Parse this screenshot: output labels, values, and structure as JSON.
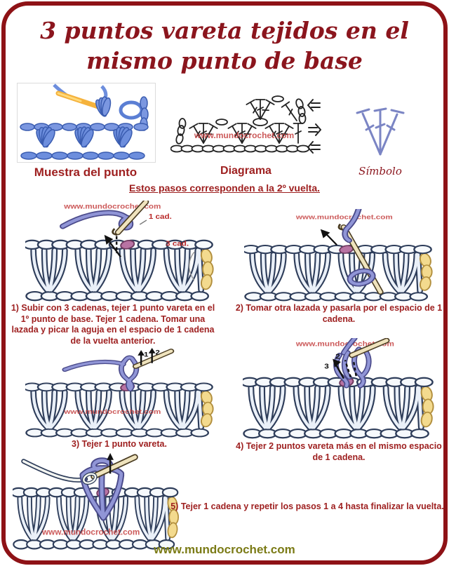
{
  "title": {
    "line1": "3 puntos vareta tejidos en el",
    "line2": "mismo punto de base"
  },
  "samples": {
    "photo_caption": "Muestra del punto",
    "diagram_caption": "Diagrama",
    "symbol_caption": "Símbolo"
  },
  "heading": "Estos pasos corresponden a la 2º vuelta.",
  "watermark": "www.mundocrochet.com",
  "footer": "www.mundocrochet.com",
  "steps": [
    {
      "text": "1) Subir con 3 cadenas, tejer 1 punto vareta en el 1º punto de base. Tejer 1 cadena. Tomar una lazada y picar la aguja en el espacio de 1 cadena de la vuelta anterior."
    },
    {
      "text": "2) Tomar otra lazada y pasarla por el espacio de 1 cadena."
    },
    {
      "text": "3) Tejer 1 punto vareta."
    },
    {
      "text": "4) Tejer 2 puntos vareta más en el mismo espacio de 1 cadena."
    },
    {
      "text": "5) Tejer 1 cadena y repetir los pasos 1 a 4 hasta finalizar la vuelta."
    }
  ],
  "annotations": {
    "cad1": "1 cad.",
    "cad3": "3 cad.",
    "n1": "1",
    "n2": "2",
    "n3": "3"
  },
  "colors": {
    "frame_red": "#8e1216",
    "title_red": "#8b151d",
    "text_red": "#9e2020",
    "watermark_red": "#c64444",
    "footer_olive": "#7b7b16",
    "yarn_purple": "#9095d6",
    "chain_yellow": "#f3da8e",
    "marked_mauve": "#b873a3",
    "symbol_blue": "#7b85c4",
    "photo_yarn_blue": "#6d8edd",
    "hook_orange": "#f5b23c"
  }
}
